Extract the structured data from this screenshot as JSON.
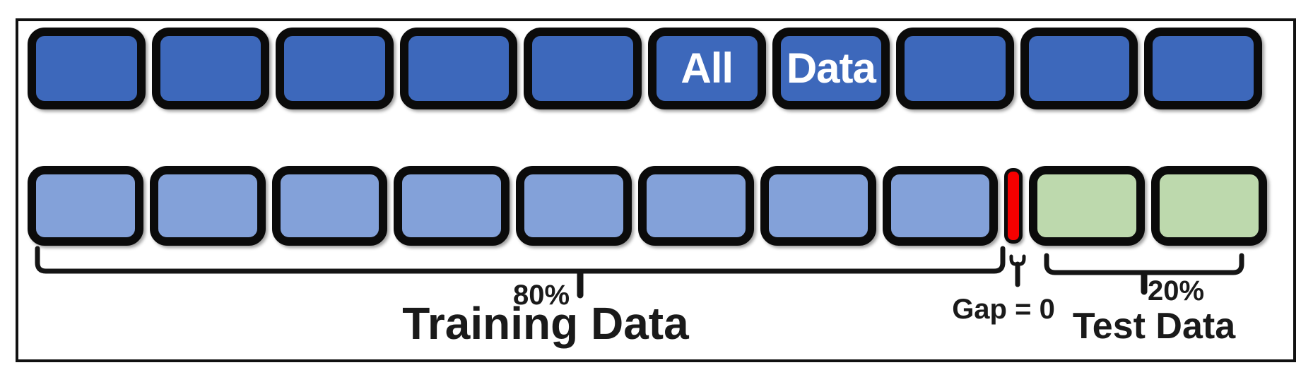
{
  "colors": {
    "all_data_block": "#3d68bb",
    "training_block": "#83a1d9",
    "test_block": "#bdd9ad",
    "gap_bar": "#f50000",
    "block_border": "#0b0b0b",
    "label_text": "#1a1a1a",
    "block_label_text": "#ffffff"
  },
  "all_data_row": {
    "block_labels": [
      "",
      "",
      "",
      "",
      "",
      "All",
      "Data",
      "",
      "",
      ""
    ]
  },
  "split_row": {
    "training_block_count": 8,
    "test_block_count": 2
  },
  "annotations": {
    "training_percent": "80%",
    "training_label": "Training Data",
    "gap_label": "Gap = 0",
    "test_percent": "20%",
    "test_label": "Test Data"
  }
}
